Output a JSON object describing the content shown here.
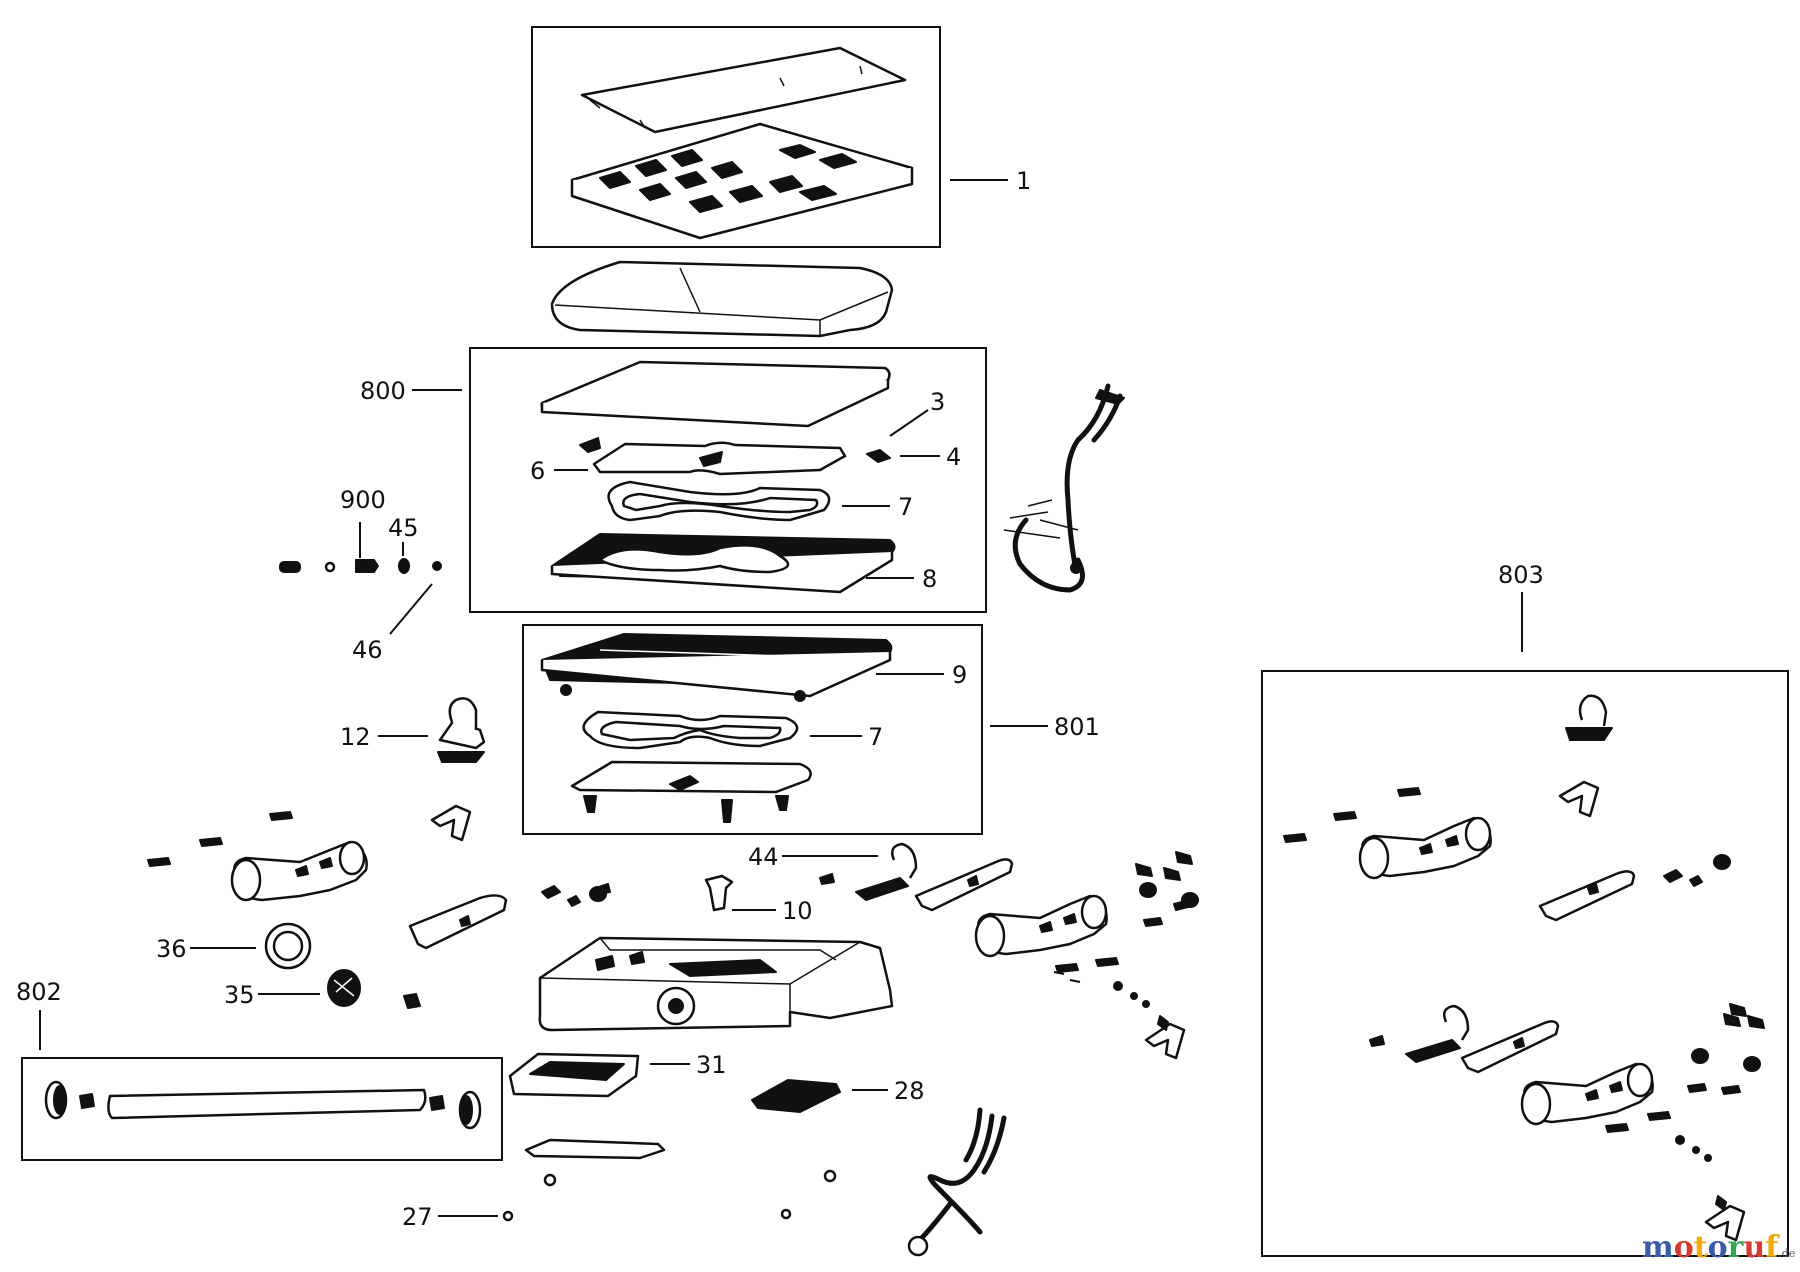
{
  "labels": {
    "l1": "1",
    "l800": "800",
    "l3": "3",
    "l4": "4",
    "l6": "6",
    "l7a": "7",
    "l8": "8",
    "l900": "900",
    "l45": "45",
    "l46": "46",
    "l9": "9",
    "l7b": "7",
    "l801": "801",
    "l12": "12",
    "l803": "803",
    "l44": "44",
    "l10": "10",
    "l36": "36",
    "l35": "35",
    "l802": "802",
    "l31": "31",
    "l28": "28",
    "l27": "27"
  },
  "watermark": {
    "letters": [
      "m",
      "o",
      "t",
      "o",
      "r",
      "u",
      "f"
    ],
    "colors": [
      "#3b5ba9",
      "#d63b2f",
      "#f2a900",
      "#3b5ba9",
      "#3aa655",
      "#d63b2f",
      "#f2a900"
    ],
    "suffix": ".de"
  }
}
